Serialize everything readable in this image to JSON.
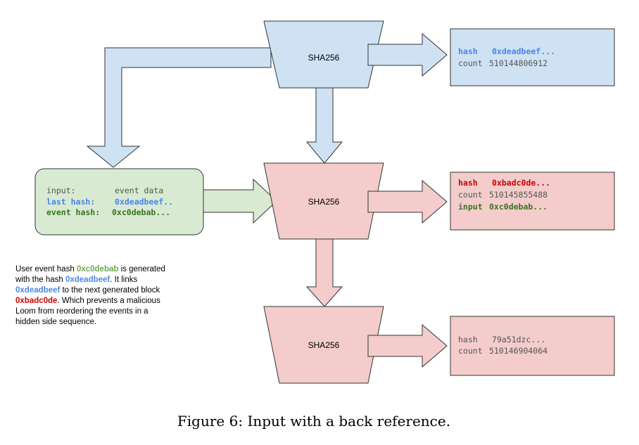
{
  "colors": {
    "blue_fill": "#cfe2f3",
    "blue_text": "#4a86e8",
    "red_fill": "#f4cccc",
    "red_text": "#cc0000",
    "green_fill": "#d9ead3",
    "green_text": "#38761d",
    "stroke": "#333333",
    "gray_text": "#555555"
  },
  "hash_label": "SHA256",
  "input_box": {
    "line1_key": "input:",
    "line1_value": "event data",
    "line2_key": "last hash:",
    "line2_value": "0xdeadbeef..",
    "line3_key": "event hash:",
    "line3_value": "0xc0debab..."
  },
  "output_top": {
    "hash_key": "hash",
    "hash_value": "0xdeadbeef...",
    "count_key": "count",
    "count_value": "510144806912"
  },
  "output_middle": {
    "hash_key": "hash",
    "hash_value": "0xbadc0de...",
    "count_key": "count",
    "count_value": "510145855488",
    "input_key": "input",
    "input_value": "0xc0debab..."
  },
  "output_bottom": {
    "hash_key": "hash",
    "hash_value": "79a51dzc...",
    "count_key": "count",
    "count_value": "510146904064"
  },
  "note": {
    "l1a": "User event hash ",
    "l1b": "0xc0debab",
    "l1c": " is generated",
    "l2a": "with the hash ",
    "l2b": "0xdeadbeef",
    "l2c": ".  It links",
    "l3a": "0xdeadbeef",
    "l3b": " to the next generated block",
    "l4a": "0xbadc0de",
    "l4b": ".  Which prevents a malicious",
    "l5": "Loom from reordering the events in a",
    "l6": "hidden side sequence."
  },
  "caption": "Figure 6: Input with a back reference."
}
